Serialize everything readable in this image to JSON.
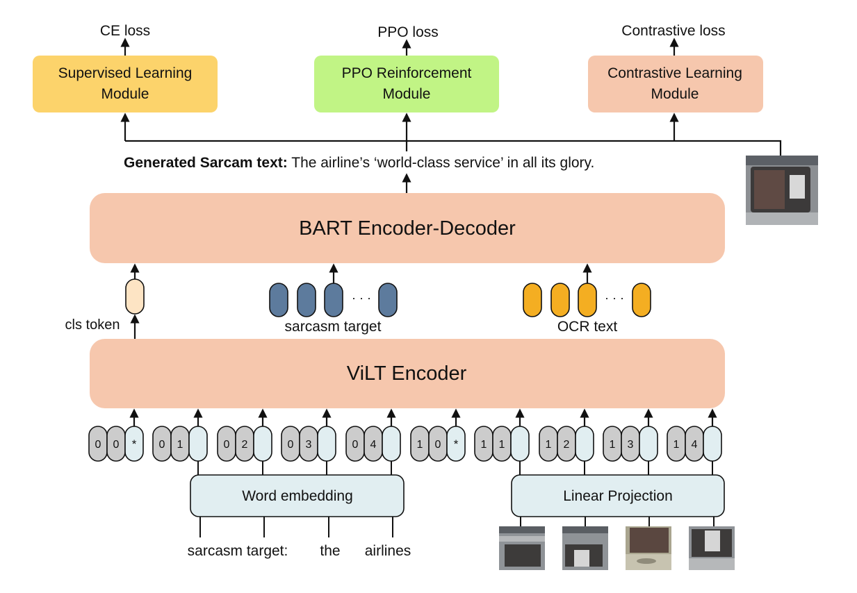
{
  "losses": {
    "ce": "CE loss",
    "ppo": "PPO loss",
    "contrastive": "Contrastive loss"
  },
  "modules": {
    "supervised": [
      "Supervised Learning",
      "Module"
    ],
    "ppo": [
      "PPO Reinforcement",
      "Module"
    ],
    "contrastive": [
      "Contrastive Learning",
      "Module"
    ]
  },
  "generated": {
    "label": "Generated Sarcam text:",
    "text": " The airline’s ‘world-class service’ in all its glory."
  },
  "bart": "BART Encoder-Decoder",
  "vilt": "ViLT Encoder",
  "labels": {
    "cls_token": "cls token",
    "sarcasm_target": "sarcasm target",
    "ocr_text": "OCR text",
    "ellipsis": "· · ·"
  },
  "embeddings": {
    "word": "Word embedding",
    "linear": "Linear Projection"
  },
  "input_words": [
    "sarcasm target:",
    "the",
    "airlines"
  ],
  "token_groups": [
    {
      "a": "0",
      "b": "0",
      "c": "*"
    },
    {
      "a": "0",
      "b": "1",
      "c": ""
    },
    {
      "a": "0",
      "b": "2",
      "c": ""
    },
    {
      "a": "0",
      "b": "3",
      "c": ""
    },
    {
      "a": "0",
      "b": "4",
      "c": ""
    },
    {
      "a": "1",
      "b": "0",
      "c": "*"
    },
    {
      "a": "1",
      "b": "1",
      "c": ""
    },
    {
      "a": "1",
      "b": "2",
      "c": ""
    },
    {
      "a": "1",
      "b": "3",
      "c": ""
    },
    {
      "a": "1",
      "b": "4",
      "c": ""
    }
  ],
  "colors": {
    "supervised": "#fcd36b",
    "ppo": "#c1f485",
    "contrastive": "#f6c7ad",
    "encoder": "#f6c7ad",
    "embedding_box": "#e1eef1",
    "token_gray": "#cccccc",
    "token_light": "#e1eef1",
    "cls_token": "#fde4c4",
    "sarcasm_token": "#5d7b9d",
    "ocr_token": "#f4ae22"
  }
}
